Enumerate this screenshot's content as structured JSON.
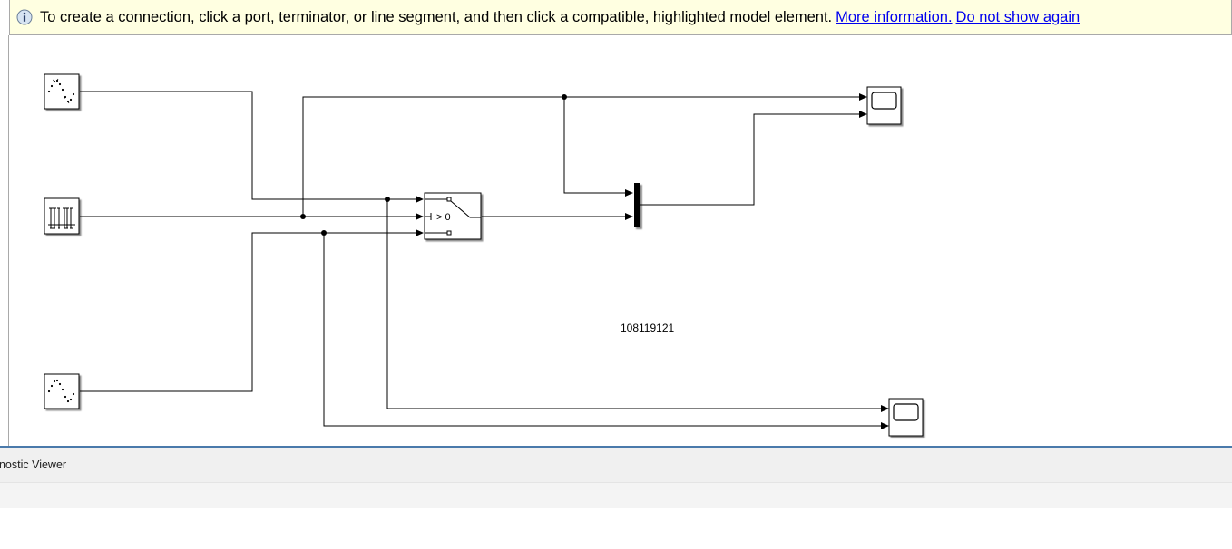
{
  "info_bar": {
    "message": "To create a connection, click a port, terminator, or line segment, and then click a compatible, highlighted model element.",
    "more_info_label": "More information.",
    "dismiss_label": "Do not show again"
  },
  "diagram": {
    "block_label": "108119121",
    "switch_threshold": "> 0"
  },
  "diagnostic_panel": {
    "title": "gnostic Viewer"
  }
}
